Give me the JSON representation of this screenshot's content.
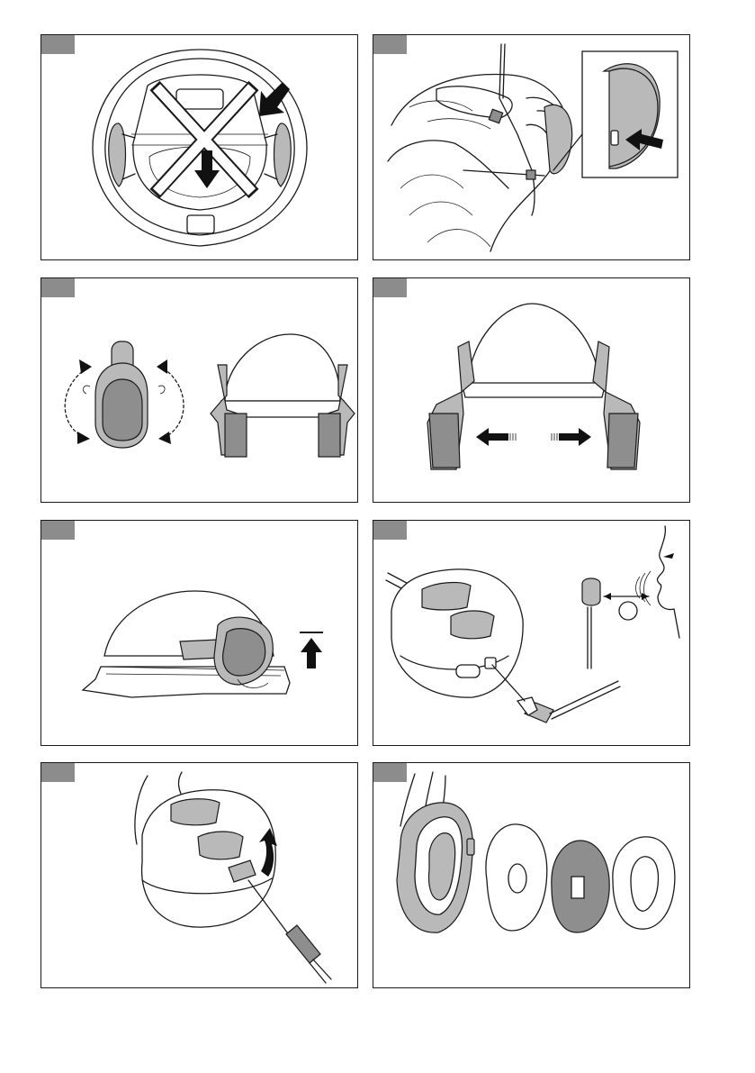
{
  "page": {
    "background": "#ffffff",
    "line_color": "#1a1a1a",
    "tag_color": "#8c8c8c"
  },
  "figures": [
    {
      "id": "fig-1",
      "content": "helmet-underside-incorrect-mounting",
      "icons": [
        "helmet-icon",
        "cross-icon",
        "arrow-down-icon",
        "arrow-diagonal-icon"
      ]
    },
    {
      "id": "fig-2",
      "content": "cable-tie-attachment-with-detail-inset",
      "icons": [
        "helmet-icon",
        "cable-tie-icon",
        "arrow-left-icon"
      ]
    },
    {
      "id": "fig-3",
      "content": "earmuff-rotation",
      "icons": [
        "earmuff-icon",
        "rotate-arrows-icon",
        "helmet-icon"
      ]
    },
    {
      "id": "fig-4",
      "content": "earmuffs-pulled-outward",
      "icons": [
        "helmet-icon",
        "arrow-left-icon",
        "arrow-right-icon"
      ]
    },
    {
      "id": "fig-5",
      "content": "earmuff-raised-on-helmet",
      "icons": [
        "helmet-icon",
        "arrow-up-icon"
      ]
    },
    {
      "id": "fig-6",
      "content": "microphone-connection-and-distance",
      "icons": [
        "earmuff-icon",
        "plug-icon",
        "microphone-icon",
        "face-icon"
      ]
    },
    {
      "id": "fig-7",
      "content": "charging-port-cover-open",
      "icons": [
        "earmuff-icon",
        "usb-cable-icon",
        "arrow-curved-icon"
      ]
    },
    {
      "id": "fig-8",
      "content": "hygiene-kit-replacement",
      "icons": [
        "earmuff-icon",
        "foam-pad-icon",
        "mesh-cover-icon",
        "ear-cushion-icon"
      ]
    }
  ]
}
